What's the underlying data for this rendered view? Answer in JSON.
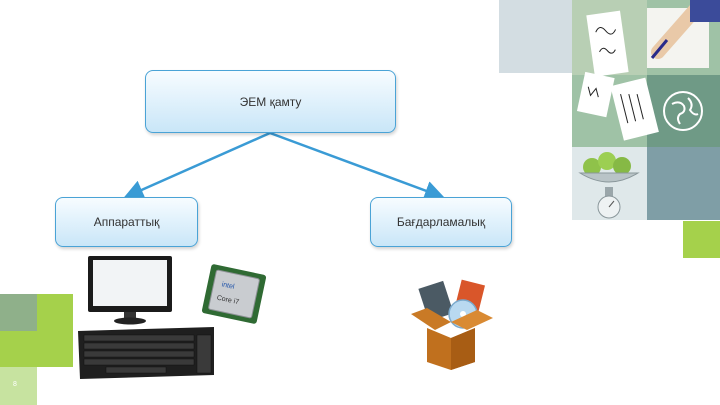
{
  "slide": {
    "number": "8",
    "accent_colors": {
      "green": "#a5d14b",
      "light_green": "#c7e3a0",
      "sage": "#8fb08a",
      "slate": "#cdd9df",
      "teal": "#8aa9b2",
      "connector": "#3a9bd5"
    }
  },
  "diagram": {
    "root": {
      "label": "ЭЕМ қамту"
    },
    "children": [
      {
        "label": "Аппараттық",
        "images": [
          "monitor-image",
          "cpu-chip-image",
          "keyboard-image"
        ]
      },
      {
        "label": "Бағдарламалық",
        "images": [
          "software-box-image"
        ]
      }
    ]
  },
  "decorations": {
    "photo_top_right": "hand-writing-notes-photo",
    "photo_mid_right": "fruit-scale-photo",
    "icon": "globe-icon"
  }
}
